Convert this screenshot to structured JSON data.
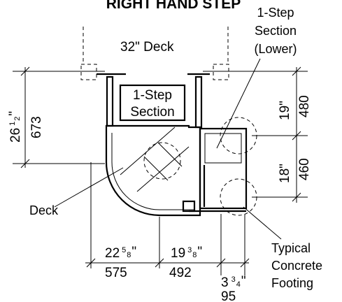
{
  "title": "RIGHT HAND STEP",
  "labels": {
    "deck_32": "32\" Deck",
    "step_1_upper_line1": "1-Step",
    "step_1_upper_line2": "Section",
    "step_1_lower_line1": "1-Step",
    "step_1_lower_line2": "Section",
    "step_1_lower_line3": "(Lower)",
    "deck": "Deck",
    "footing_line1": "Typical",
    "footing_line2": "Concrete",
    "footing_line3": "Footing"
  },
  "dimensions": {
    "left_height_in_whole": "26",
    "left_height_in_num": "1",
    "left_height_in_den": "2",
    "left_height_in_unit": "\"",
    "left_height_mm": "673",
    "right_upper_in": "19\"",
    "right_upper_mm": "480",
    "right_lower_in": "18\"",
    "right_lower_mm": "460",
    "bottom_left_in_whole": "22",
    "bottom_left_in_num": "5",
    "bottom_left_in_den": "8",
    "bottom_left_in_unit": "\"",
    "bottom_left_mm": "575",
    "bottom_mid_in_whole": "19",
    "bottom_mid_in_num": "3",
    "bottom_mid_in_den": "8",
    "bottom_mid_in_unit": "\"",
    "bottom_mid_mm": "492",
    "bottom_right_in_whole": "3",
    "bottom_right_in_num": "3",
    "bottom_right_in_den": "4",
    "bottom_right_in_unit": "\"",
    "bottom_right_mm": "95"
  }
}
